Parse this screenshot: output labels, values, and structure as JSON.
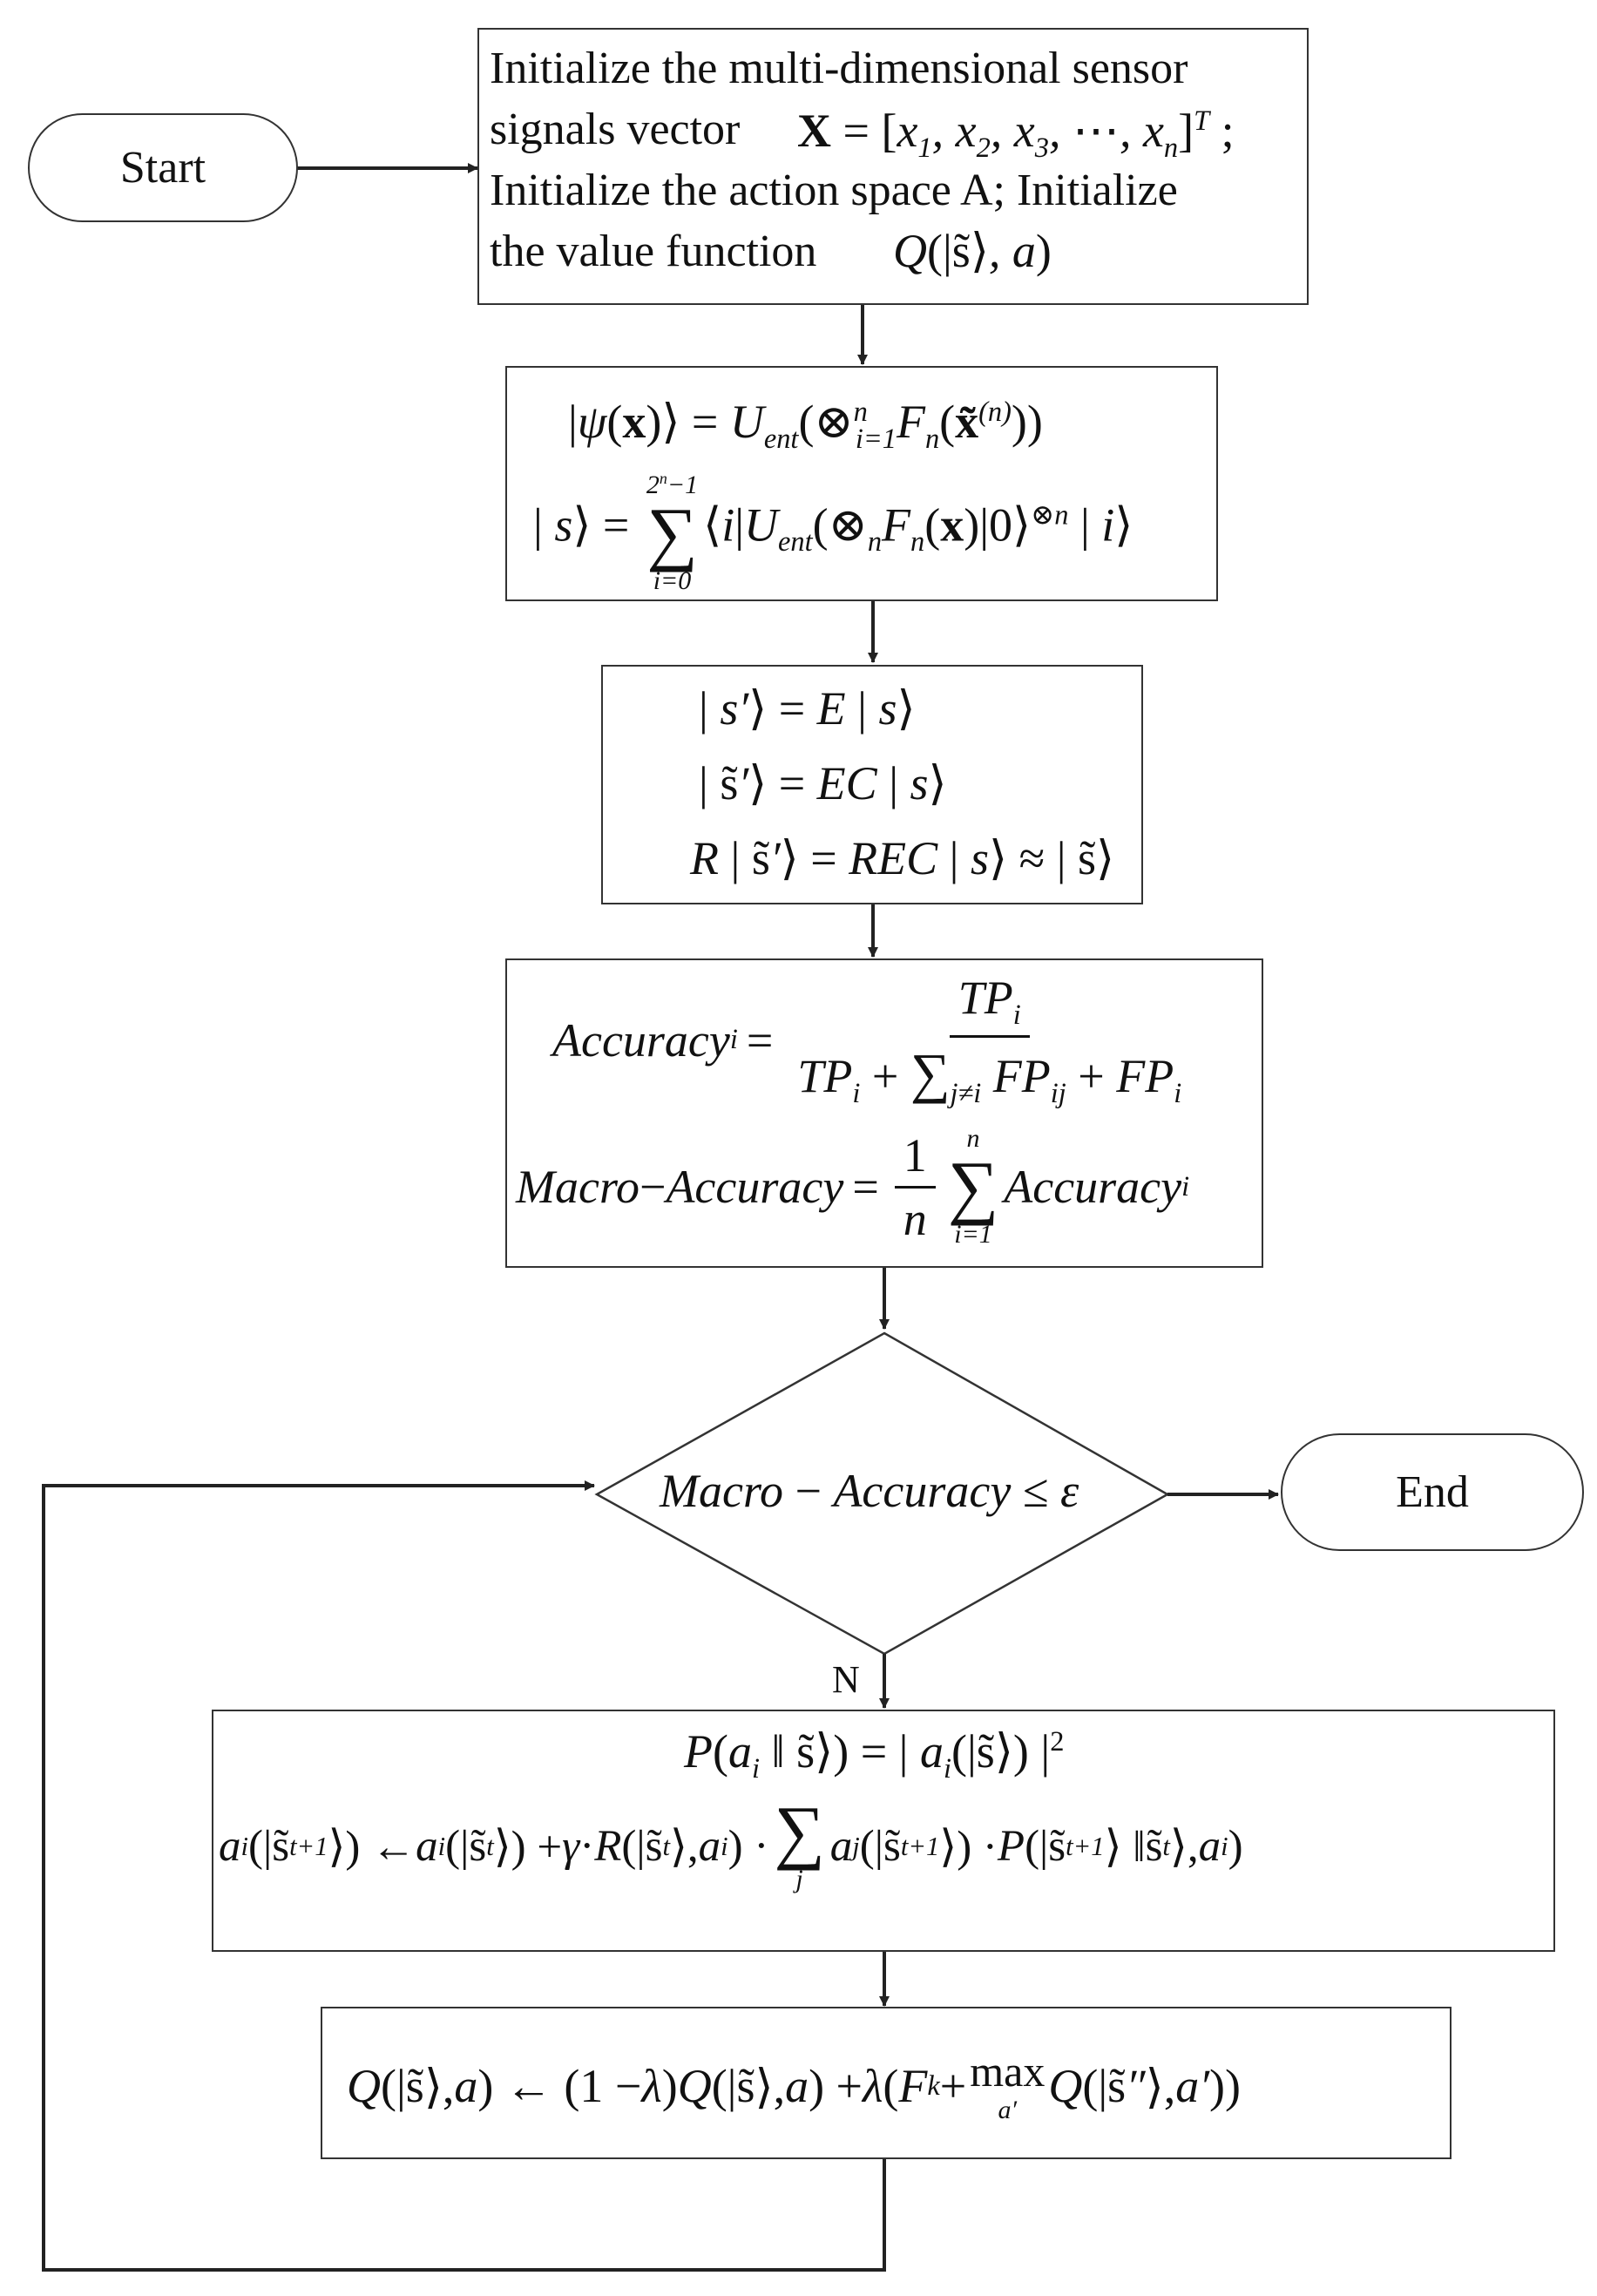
{
  "start": {
    "label": "Start"
  },
  "end": {
    "label": "End"
  },
  "init": {
    "line1": "Initialize the multi-dimensional sensor",
    "line2": "signals vector",
    "line3": "Initialize the action space A; Initialize",
    "line4": "the value function"
  },
  "decision": {
    "no_label": "N"
  },
  "colors": {
    "stroke": "#333333",
    "text": "#111111",
    "background": "#ffffff"
  }
}
